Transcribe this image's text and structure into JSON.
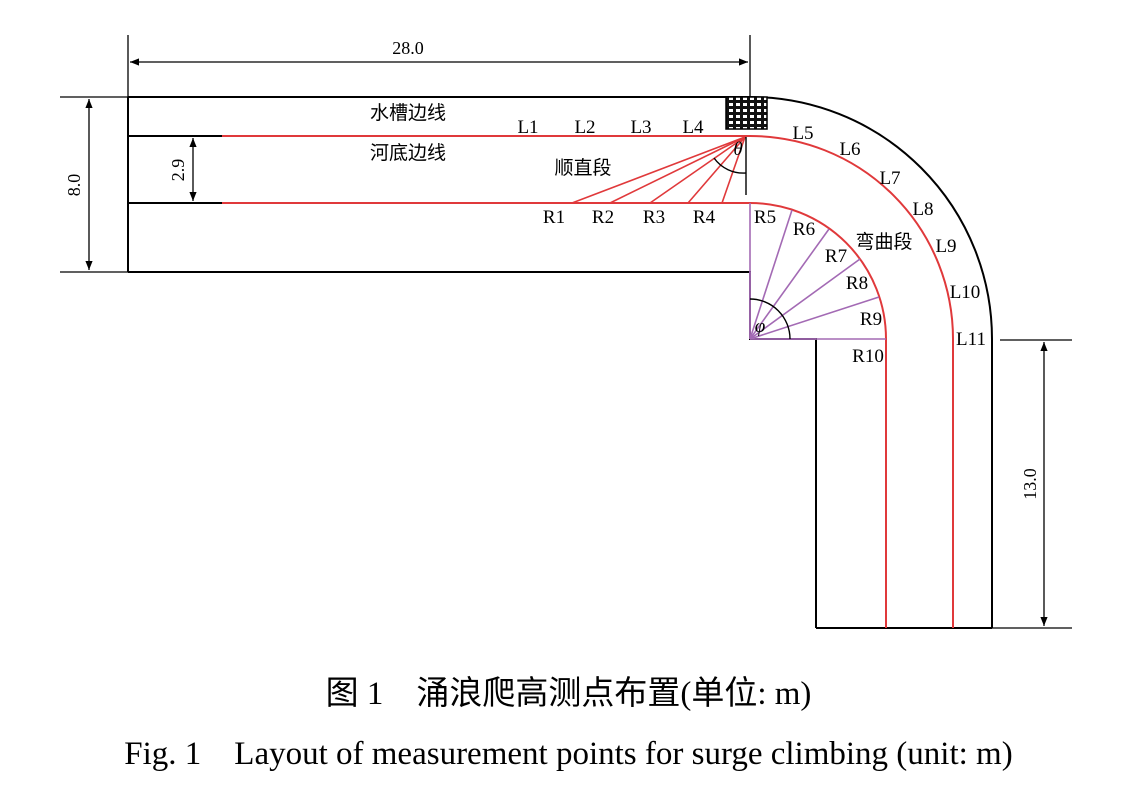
{
  "colors": {
    "wall": "#000000",
    "red": "#e0393b",
    "purple": "#a36ab4"
  },
  "labels": {
    "flume_edge": "水槽边线",
    "riverbed_edge": "河底边线",
    "straight_section": "顺直段",
    "bend_section": "弯曲段",
    "theta": "θ",
    "phi": "φ"
  },
  "points": {
    "L": [
      "L1",
      "L2",
      "L3",
      "L4",
      "L5",
      "L6",
      "L7",
      "L8",
      "L9",
      "L10",
      "L11"
    ],
    "R": [
      "R1",
      "R2",
      "R3",
      "R4",
      "R5",
      "R6",
      "R7",
      "R8",
      "R9",
      "R10"
    ]
  },
  "dimensions": {
    "top": "28.0",
    "left": "8.0",
    "inner": "2.9",
    "right": "13.0"
  },
  "caption": {
    "cn": "图 1　涌浪爬高测点布置(单位: m)",
    "en": "Fig. 1　Layout of measurement points for surge climbing (unit: m)"
  }
}
